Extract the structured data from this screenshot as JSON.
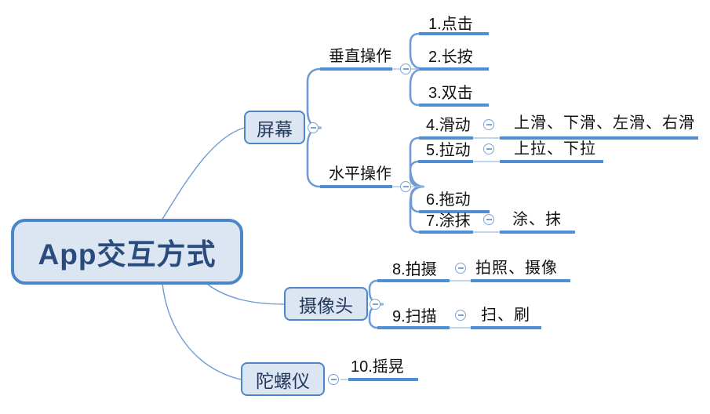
{
  "document": {
    "type": "mindmap",
    "title": "App交互方式"
  },
  "colors": {
    "node_fill": "#dce6f2",
    "node_border": "#4a86c8",
    "root_text": "#2a4c7d",
    "branch_line": "#5b8fd0",
    "thick_underline": "#4f8fd6",
    "thin_line": "#9dbfe3",
    "text": "#101010",
    "toggle": "#7ba3d4"
  },
  "root": {
    "label": "App交互方式"
  },
  "branches": [
    {
      "id": "screen",
      "label": "屏幕",
      "toggle": "collapse-toggle",
      "children": [
        {
          "id": "vertical",
          "label": "垂直操作",
          "toggle": "collapse-toggle",
          "children": [
            {
              "id": "tap",
              "label": "1.点击",
              "details": ""
            },
            {
              "id": "long-press",
              "label": "2.长按",
              "details": ""
            },
            {
              "id": "double-tap",
              "label": "3.双击",
              "details": ""
            }
          ]
        },
        {
          "id": "horizontal",
          "label": "水平操作",
          "toggle": "collapse-toggle",
          "children": [
            {
              "id": "swipe",
              "label": "4.滑动",
              "details": "上滑、下滑、左滑、右滑",
              "toggle": "collapse-toggle"
            },
            {
              "id": "pull",
              "label": "5.拉动",
              "details": "上拉、下拉",
              "toggle": "collapse-toggle"
            },
            {
              "id": "drag",
              "label": "6.拖动",
              "details": ""
            },
            {
              "id": "smear",
              "label": "7.涂抹",
              "details": "涂、抹",
              "toggle": "collapse-toggle"
            }
          ]
        }
      ]
    },
    {
      "id": "camera",
      "label": "摄像头",
      "toggle": "collapse-toggle",
      "children": [
        {
          "id": "shoot",
          "label": "8.拍摄",
          "details": "拍照、摄像",
          "toggle": "collapse-toggle"
        },
        {
          "id": "scan",
          "label": "9.扫描",
          "details": "扫、刷",
          "toggle": "collapse-toggle"
        }
      ]
    },
    {
      "id": "gyroscope",
      "label": "陀螺仪",
      "toggle": "collapse-toggle",
      "children": [
        {
          "id": "shake",
          "label": "10.摇晃",
          "details": ""
        }
      ]
    }
  ]
}
